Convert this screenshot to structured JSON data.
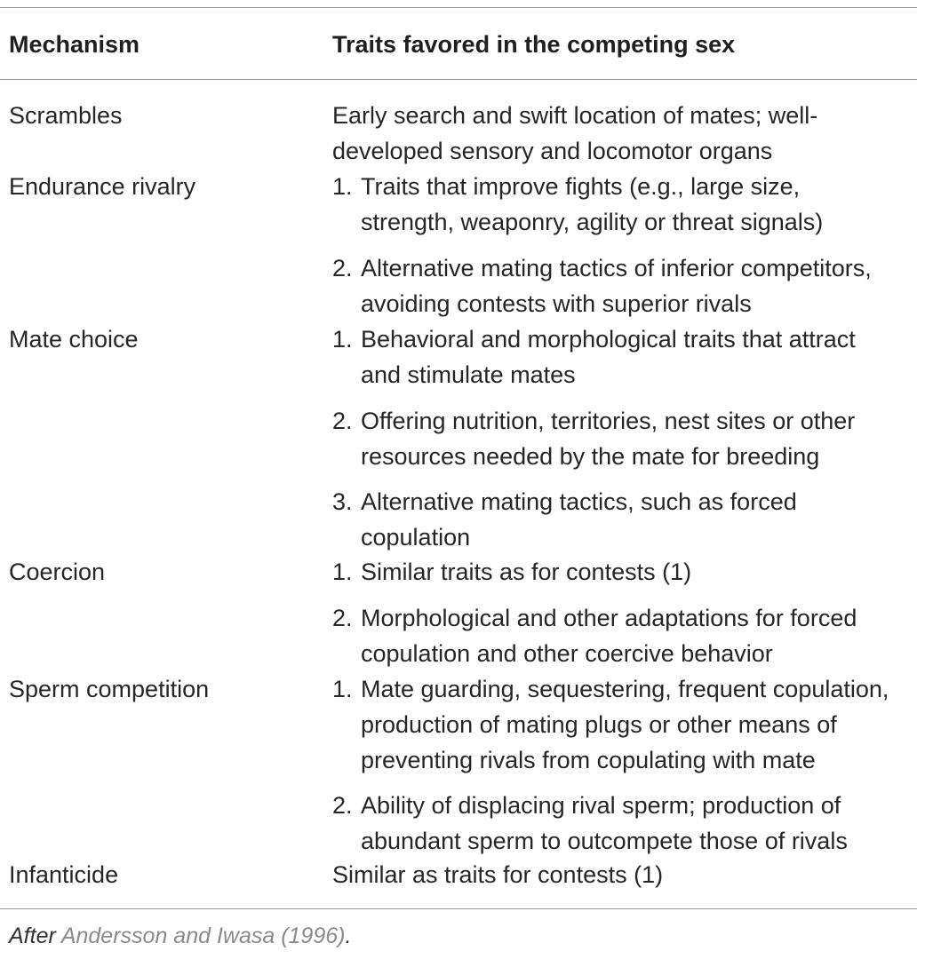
{
  "header": {
    "mechanism": "Mechanism",
    "traits": "Traits favored in the competing sex"
  },
  "rows": [
    {
      "mechanism": "Scrambles",
      "text_lines": [
        "Early search and swift location of mates; well-",
        "developed sensory and locomotor organs"
      ]
    },
    {
      "mechanism": "Endurance rivalry",
      "items": [
        {
          "num": "1.",
          "lines": [
            "Traits that improve fights (e.g., large size,",
            "strength, weaponry, agility or threat signals)"
          ]
        },
        {
          "num": "2.",
          "lines": [
            "Alternative mating tactics of inferior competitors,",
            "avoiding contests with superior rivals"
          ]
        }
      ]
    },
    {
      "mechanism": "Mate choice",
      "items": [
        {
          "num": "1.",
          "lines": [
            "Behavioral and morphological traits that attract",
            "and stimulate mates"
          ]
        },
        {
          "num": "2.",
          "lines": [
            "Offering nutrition, territories, nest sites or other",
            "resources needed by the mate for breeding"
          ]
        },
        {
          "num": "3.",
          "lines": [
            "Alternative mating tactics, such as forced",
            "copulation"
          ]
        }
      ]
    },
    {
      "mechanism": "Coercion",
      "items": [
        {
          "num": "1.",
          "lines": [
            "Similar traits as for contests (1)"
          ]
        },
        {
          "num": "2.",
          "lines": [
            "Morphological and other adaptations for forced",
            "copulation and other coercive behavior"
          ]
        }
      ]
    },
    {
      "mechanism": "Sperm competition",
      "items": [
        {
          "num": "1.",
          "lines": [
            "Mate guarding, sequestering, frequent copulation,",
            "production of mating plugs or other means of",
            "preventing rivals from copulating with mate"
          ]
        },
        {
          "num": "2.",
          "lines": [
            "Ability of displacing rival sperm; production of",
            "abundant sperm to outcompete those of rivals"
          ]
        }
      ]
    },
    {
      "mechanism": "Infanticide",
      "text_lines": [
        "Similar as traits for contests (1)"
      ]
    }
  ],
  "footnote": {
    "prefix": "After ",
    "reference": "Andersson and Iwasa (1996)",
    "suffix": "."
  }
}
